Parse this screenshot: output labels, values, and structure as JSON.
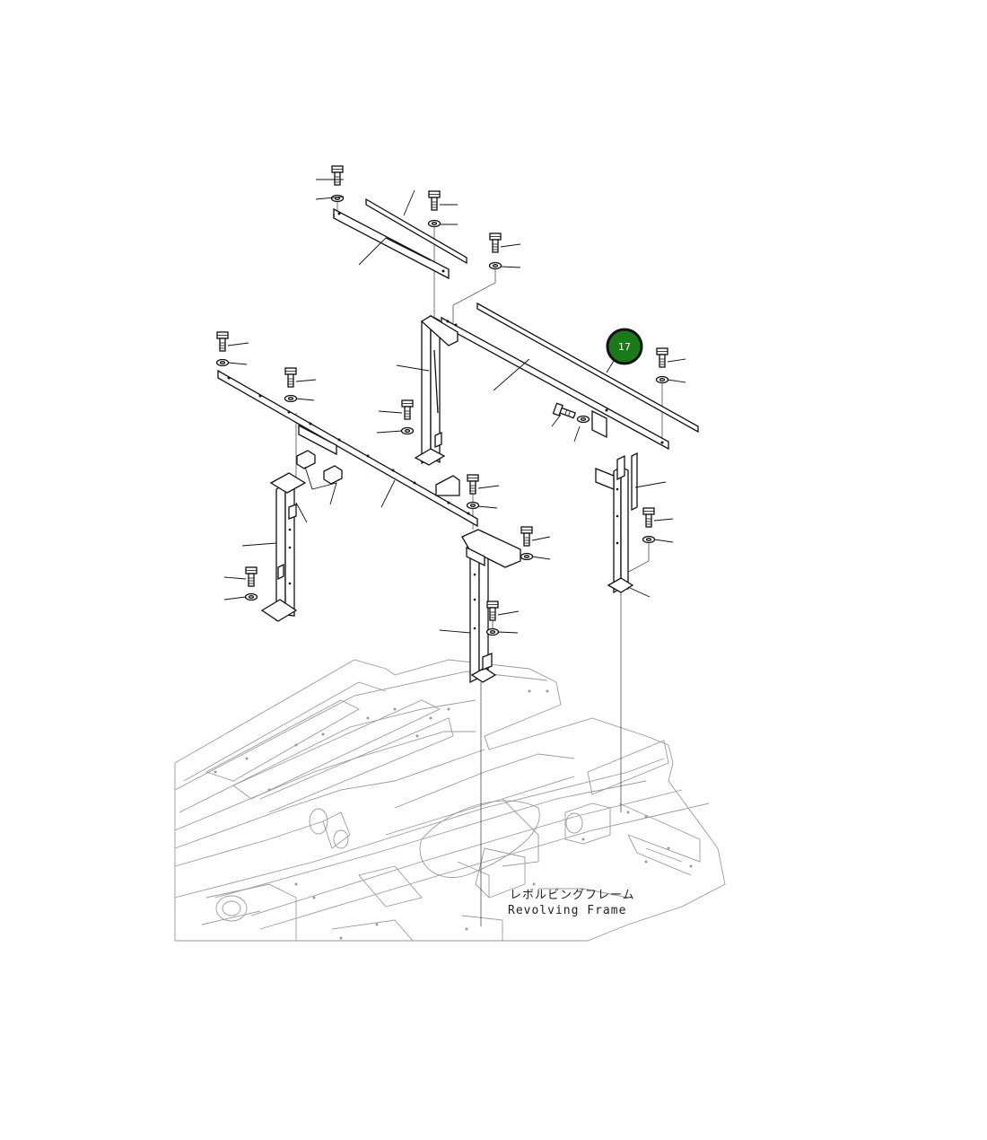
{
  "diagram": {
    "frame_label_jp": "レボルビングフレーム",
    "frame_label_en": "Revolving Frame",
    "callouts": [
      {
        "number": "17",
        "color": "#1a7a1a",
        "ring_color": "#111111"
      }
    ]
  }
}
